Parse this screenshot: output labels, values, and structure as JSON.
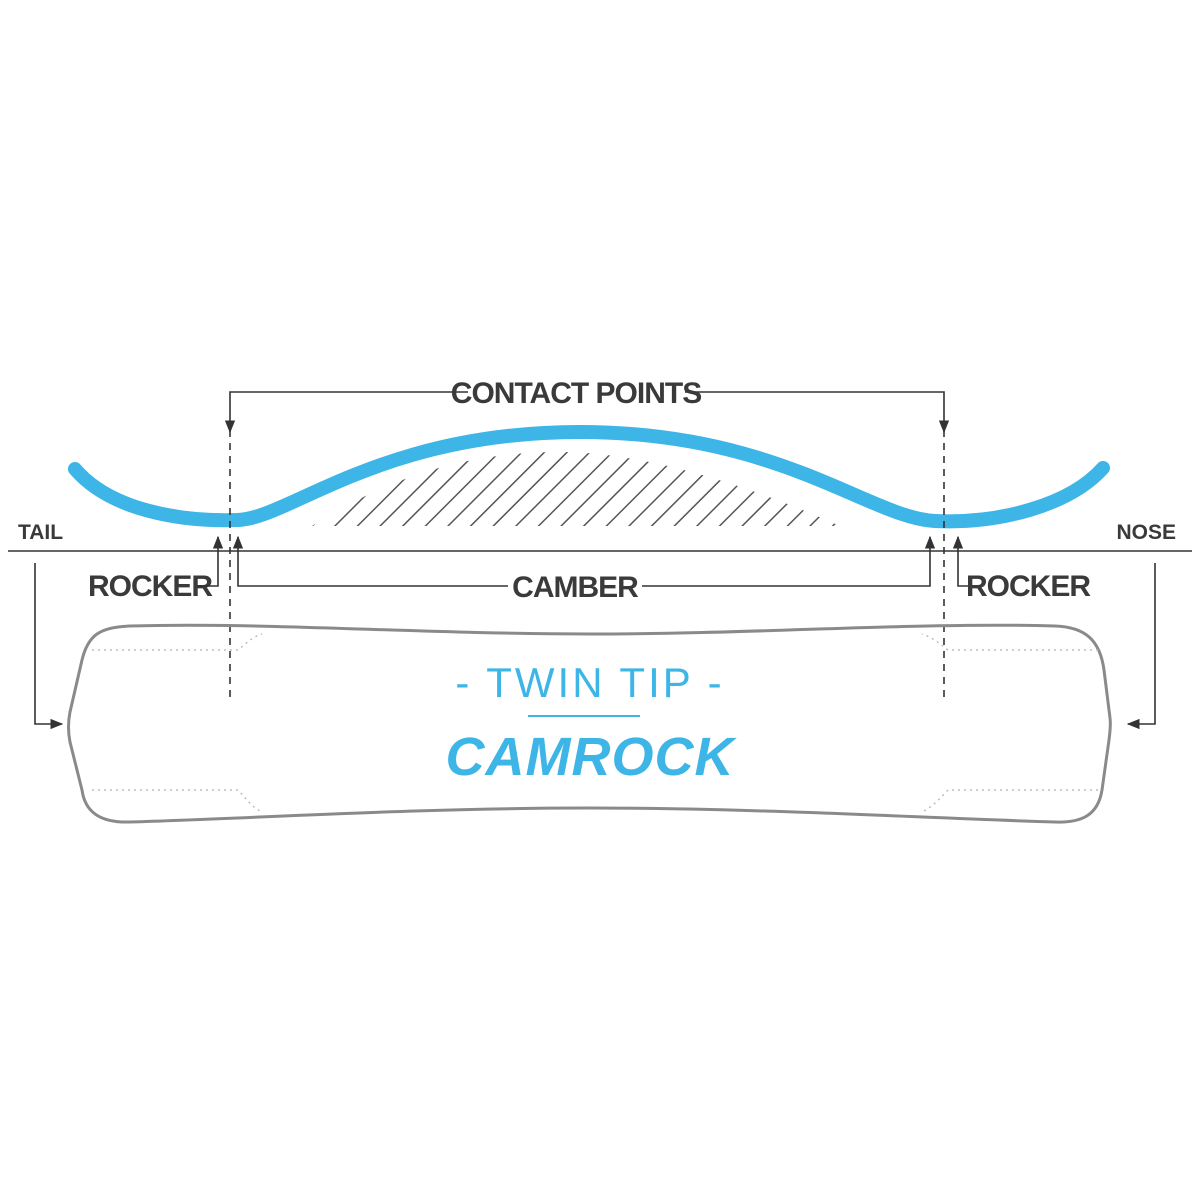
{
  "labels": {
    "contact_points": "CONTACT POINTS",
    "tail": "TAIL",
    "nose": "NOSE",
    "rocker_left": "ROCKER",
    "camber": "CAMBER",
    "rocker_right": "ROCKER",
    "profile_type": "- TWIN TIP -",
    "profile_name": "CAMROCK"
  },
  "colors": {
    "accent": "#3db5e6",
    "line": "#333333",
    "outline": "#8a8a8a",
    "text": "#3a3a3a"
  }
}
